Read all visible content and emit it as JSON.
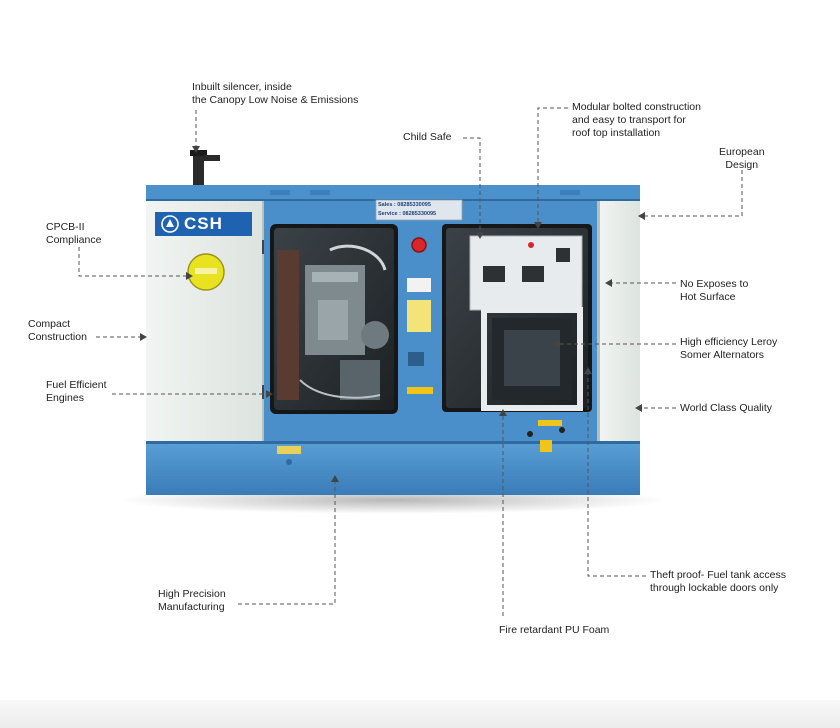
{
  "brand": {
    "logo_text": "CSH",
    "sales_label": "Sales",
    "sales_number": ": 08285330095",
    "service_label": "Service",
    "service_number": ": 08285330095"
  },
  "callouts": {
    "silencer": [
      "Inbuilt silencer, inside",
      "the Canopy Low Noise & Emissions"
    ],
    "modular": [
      "Modular bolted construction",
      "and easy to transport for",
      "roof top installation"
    ],
    "child_safe": [
      "Child Safe"
    ],
    "european": [
      "European",
      "Design"
    ],
    "cpcb": [
      "CPCB-II",
      "Compliance"
    ],
    "no_exposes": [
      "No Exposes to",
      "Hot Surface"
    ],
    "compact": [
      "Compact",
      "Construction"
    ],
    "alternators": [
      "High efficiency Leroy",
      "Somer Alternators"
    ],
    "fuel_efficient": [
      "Fuel Efficient",
      "Engines"
    ],
    "world_class": [
      "World Class Quality"
    ],
    "precision": [
      "High Precision",
      "Manufacturing"
    ],
    "theft_proof": [
      "Theft proof- Fuel tank access",
      "through lockable doors only"
    ],
    "fire_retardant": [
      "Fire retardant PU Foam"
    ]
  },
  "colors": {
    "canopy_blue": "#4a8fc9",
    "canopy_blue_dark": "#3574ad",
    "panel_white": "#e8ece9",
    "dark_interior": "#2b2f33",
    "logo_blue": "#1f63b0",
    "badge_yellow": "#e9e220",
    "button_red": "#d8262a",
    "leader_line": "#555555"
  }
}
